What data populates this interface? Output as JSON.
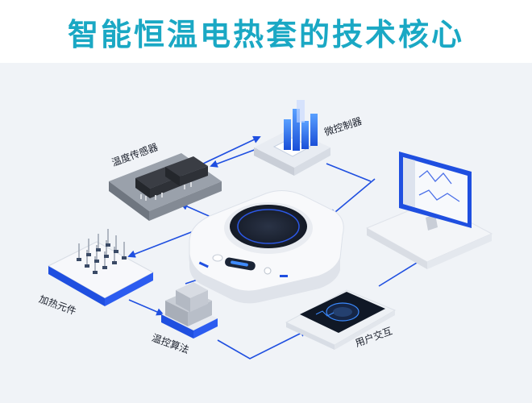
{
  "title": "智能恒温电热套的技术核心",
  "colors": {
    "title": "#1aa8c4",
    "accent": "#1f4fe0",
    "background": "#f0f3f7"
  },
  "nodes": {
    "temp_sensor": {
      "label": "温度传感器",
      "icon": "sensor-chip-icon"
    },
    "microcontroller": {
      "label": "微控制器",
      "icon": "bar-chart-block-icon"
    },
    "heating_element": {
      "label": "加热元件",
      "icon": "pin-array-icon"
    },
    "temp_algorithm": {
      "label": "温控算法",
      "icon": "cube-block-icon"
    },
    "user_interaction": {
      "label": "用户交互",
      "icon": "smartphone-icon"
    },
    "heating_mantle": {
      "icon": "heating-mantle-device-icon"
    },
    "monitor": {
      "icon": "monitor-dashboard-icon"
    }
  }
}
